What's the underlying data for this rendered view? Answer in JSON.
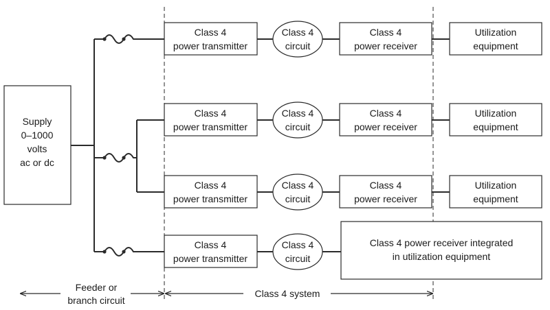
{
  "supply": {
    "line1": "Supply",
    "line2": "0–1000",
    "line3": "volts",
    "line4": "ac or dc"
  },
  "rows": [
    {
      "tx1": "Class 4",
      "tx2": "power transmitter",
      "c1": "Class 4",
      "c2": "circuit",
      "rx1": "Class 4",
      "rx2": "power receiver",
      "ut1": "Utilization",
      "ut2": "equipment"
    },
    {
      "tx1": "Class 4",
      "tx2": "power transmitter",
      "c1": "Class 4",
      "c2": "circuit",
      "rx1": "Class 4",
      "rx2": "power receiver",
      "ut1": "Utilization",
      "ut2": "equipment"
    },
    {
      "tx1": "Class 4",
      "tx2": "power transmitter",
      "c1": "Class 4",
      "c2": "circuit",
      "rx1": "Class 4",
      "rx2": "power receiver",
      "ut1": "Utilization",
      "ut2": "equipment"
    },
    {
      "tx1": "Class 4",
      "tx2": "power transmitter",
      "c1": "Class 4",
      "c2": "circuit",
      "int1": "Class 4 power receiver integrated",
      "int2": "in utilization equipment"
    }
  ],
  "bottom": {
    "feeder1": "Feeder or",
    "feeder2": "branch circuit",
    "system": "Class 4 system"
  }
}
